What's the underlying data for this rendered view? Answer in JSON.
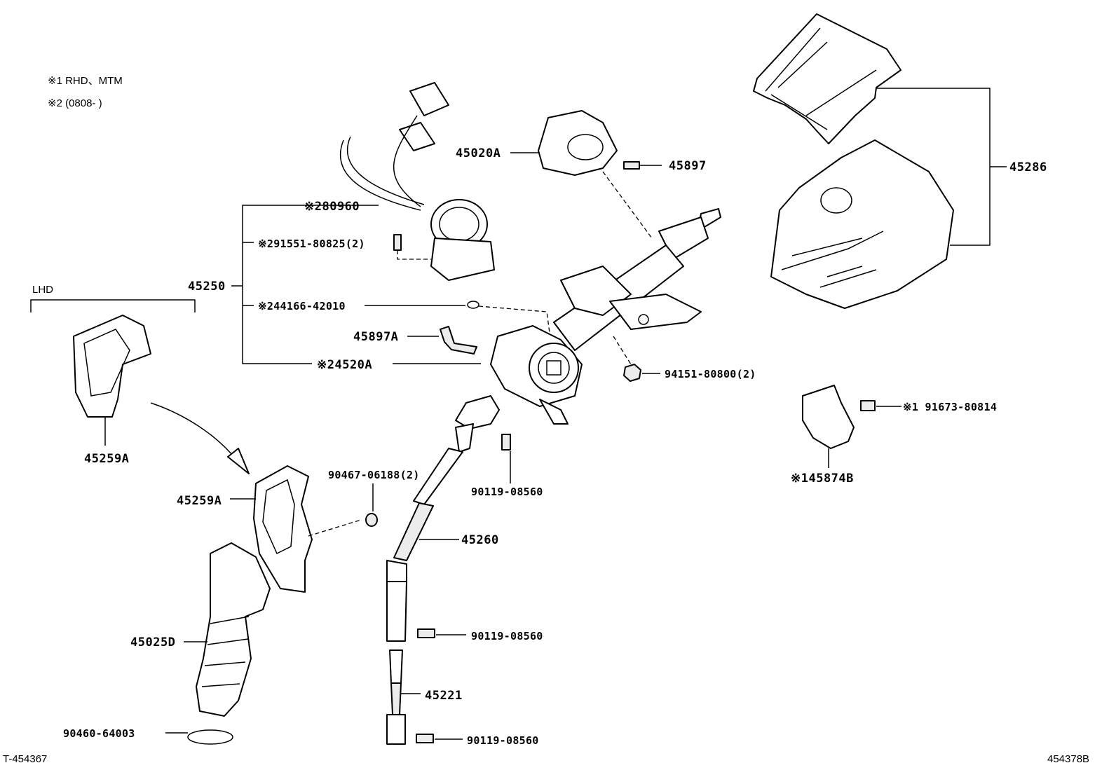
{
  "notes": {
    "note1": "※1 RHD、MTM",
    "note2": "※2 (0808-      )"
  },
  "lhd_label": "LHD",
  "callouts": {
    "c45020A": "45020A",
    "c45897": "45897",
    "c45286": "45286",
    "c280960": "※280960",
    "c291551": "※291551-80825(2)",
    "c45250": "45250",
    "c244166": "※244166-42010",
    "c45897A": "45897A",
    "c24520A": "※24520A",
    "c94151": "94151-80800(2)",
    "c191673": "※1 91673-80814",
    "c45259A_top": "45259A",
    "c45259A": "45259A",
    "c90467": "90467-06188(2)",
    "c90119_a": "90119-08560",
    "c145874B": "※145874B",
    "c45260": "45260",
    "c45025D": "45025D",
    "c90119_b": "90119-08560",
    "c45221": "45221",
    "c90460": "90460-64003",
    "c90119_c": "90119-08560"
  },
  "footer": {
    "left_code": "T-454367",
    "right_code": "454378B"
  }
}
